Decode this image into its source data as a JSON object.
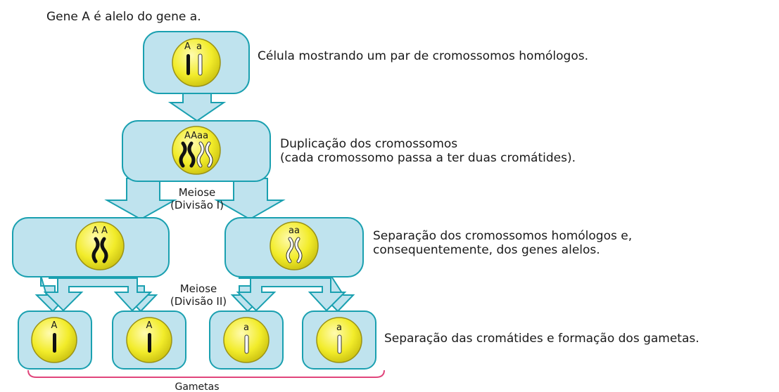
{
  "title": "Gene A é alelo do gene a.",
  "captions": {
    "stage1": "Célula mostrando um par de cromossomos homólogos.",
    "stage2_line1": "Duplicação dos cromossomos",
    "stage2_line2": "(cada cromossomo passa a ter duas cromátides).",
    "stage3_line1": "Separação dos cromossomos homólogos e,",
    "stage3_line2": "consequentemente, dos genes alelos.",
    "stage4": "Separação das cromátides e formação dos gametas."
  },
  "meiose1": {
    "line1": "Meiose",
    "line2": "(Divisão I)"
  },
  "meiose2": {
    "line1": "Meiose",
    "line2": "(Divisão II)"
  },
  "gametes_label": "Gametas",
  "genes": {
    "cell1_A": "A",
    "cell1_a": "a",
    "cell2": "AAaa",
    "cell3_left": "A A",
    "cell3_right": "aa",
    "gamete1": "A",
    "gamete2": "A",
    "gamete3": "a",
    "gamete4": "a"
  },
  "colors": {
    "box_fill": "#bfe3ee",
    "box_stroke": "#1aa0b0",
    "cell_fill": "#f2ec2a",
    "cell_stroke": "#8a8a1a",
    "chromosome_dark": "#111111",
    "chromosome_light": "#ffffff",
    "bracket": "#e0457b"
  }
}
